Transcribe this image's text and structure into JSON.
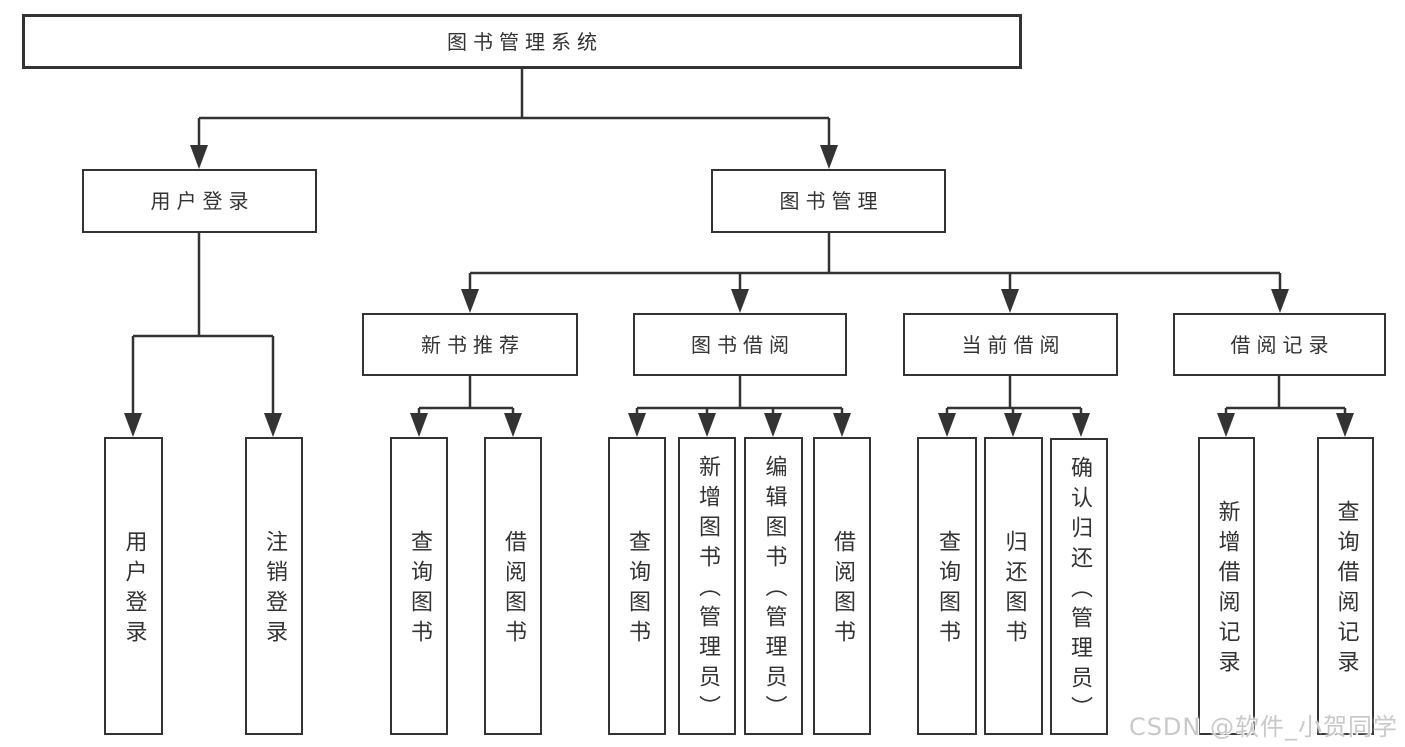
{
  "diagram": {
    "root": {
      "label": "图书管理系统"
    },
    "level2": [
      {
        "label": "用户登录"
      },
      {
        "label": "图书管理"
      }
    ],
    "level3": [
      {
        "label": "新书推荐"
      },
      {
        "label": "图书借阅"
      },
      {
        "label": "当前借阅"
      },
      {
        "label": "借阅记录"
      }
    ],
    "leaves": {
      "user_login": [
        {
          "label": "用户登录"
        },
        {
          "label": "注销登录"
        }
      ],
      "new_book_recommend": [
        {
          "label": "查询图书"
        },
        {
          "label": "借阅图书"
        }
      ],
      "book_borrow": [
        {
          "label": "查询图书"
        },
        {
          "label": "新增图书（管理员）"
        },
        {
          "label": "编辑图书（管理员）"
        },
        {
          "label": "借阅图书"
        }
      ],
      "current_borrow": [
        {
          "label": "查询图书"
        },
        {
          "label": "归还图书"
        },
        {
          "label": "确认归还（管理员）"
        }
      ],
      "borrow_record": [
        {
          "label": "新增借阅记录"
        },
        {
          "label": "查询借阅记录"
        }
      ]
    }
  },
  "watermark": {
    "text": "CSDN @软件_小贺同学"
  },
  "colors": {
    "line": "#333333",
    "text": "#333333",
    "background": "#ffffff",
    "watermark": "#c9c9c9"
  }
}
